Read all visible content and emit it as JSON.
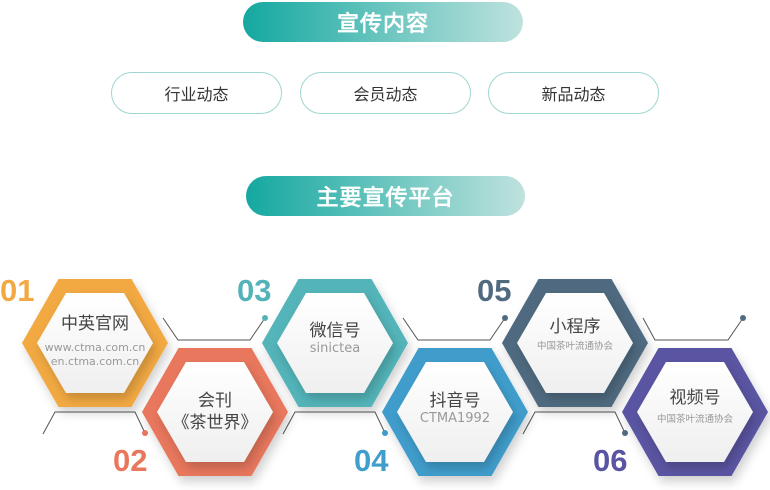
{
  "section1": {
    "title": "宣传内容",
    "items": [
      "行业动态",
      "会员动态",
      "新品动态"
    ]
  },
  "section2": {
    "title": "主要宣传平台"
  },
  "platforms": [
    {
      "num": "01",
      "title": "中英官网",
      "sub": [
        "www.ctma.com.cn",
        "en.ctma.com.cn"
      ],
      "color": "#f2a943"
    },
    {
      "num": "02",
      "title": "会刊",
      "title2": "《茶世界》",
      "color": "#e8775d"
    },
    {
      "num": "03",
      "title": "微信号",
      "sub": [
        "sinictea"
      ],
      "color": "#52b4b9"
    },
    {
      "num": "04",
      "title": "抖音号",
      "sub": [
        "CTMA1992"
      ],
      "color": "#419dcb"
    },
    {
      "num": "05",
      "title": "小程序",
      "sub": [
        "中国茶叶流通协会"
      ],
      "color": "#506a80"
    },
    {
      "num": "06",
      "title": "视频号",
      "sub": [
        "中国茶叶流通协会"
      ],
      "color": "#5a55a2"
    }
  ]
}
